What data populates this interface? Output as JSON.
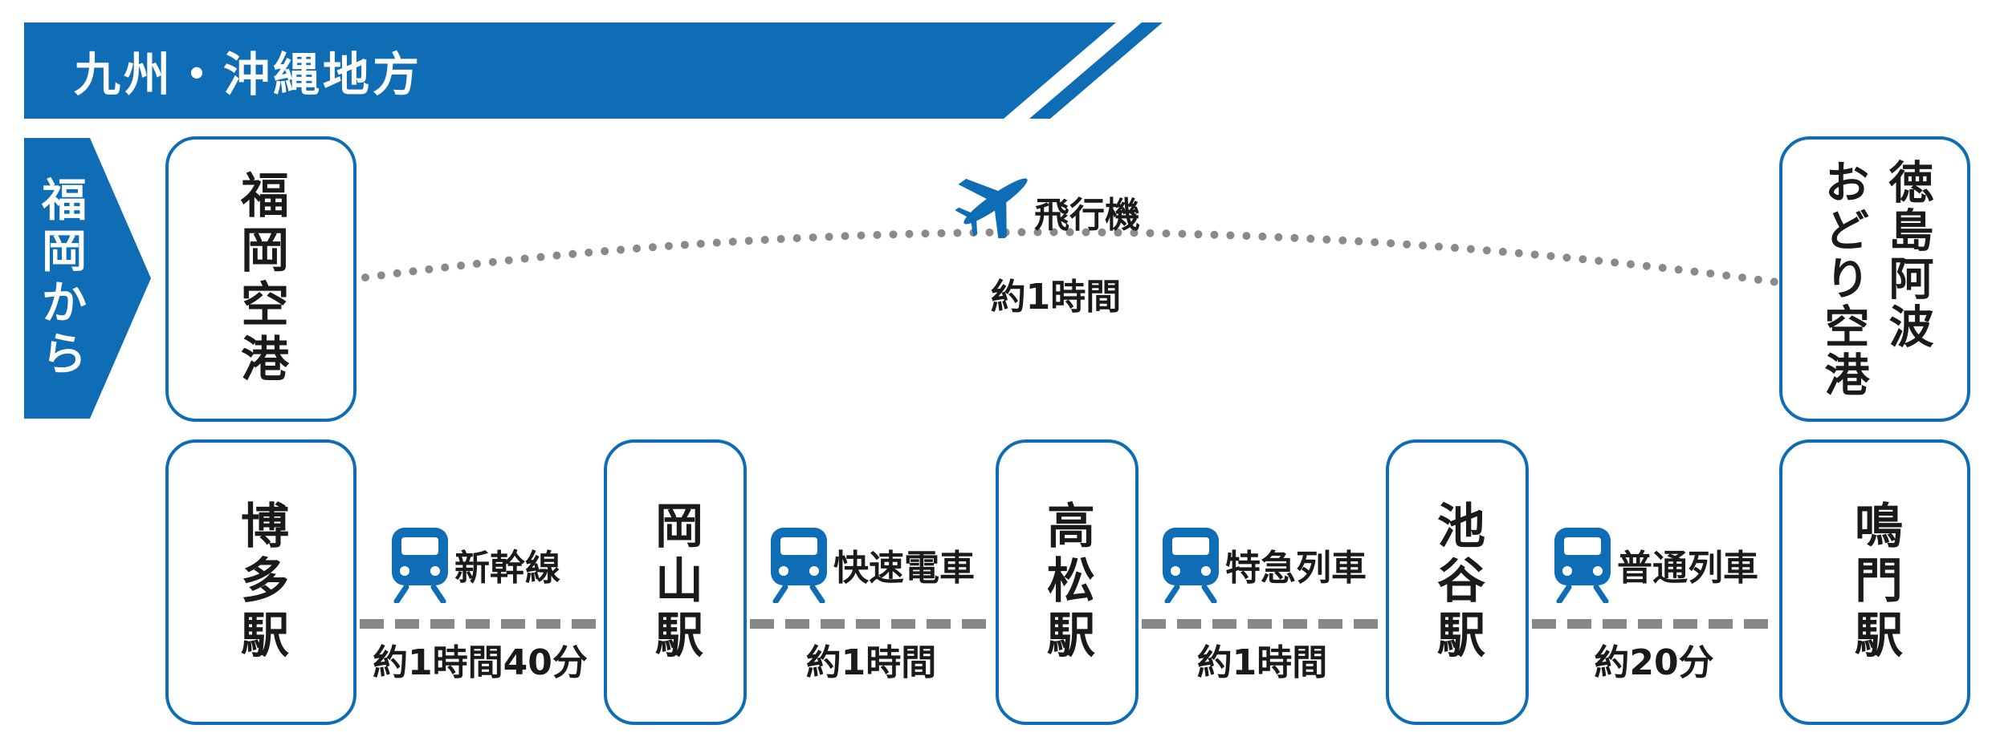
{
  "region": {
    "title": "九州・沖縄地方"
  },
  "origin": {
    "label_lines": [
      "福",
      "岡",
      "か",
      "ら"
    ]
  },
  "colors": {
    "brand_blue": "#0e6db5",
    "route_gray": "#888888",
    "dot_gray": "#8a8a8a"
  },
  "flight": {
    "from": "福岡空港",
    "to_lines": [
      "徳島阿波",
      "おどり空港"
    ],
    "mode": "飛行機",
    "duration": "約1時間",
    "icon": "airplane-icon"
  },
  "rail": {
    "stations": [
      "博多駅",
      "岡山駅",
      "高松駅",
      "池谷駅",
      "鳴門駅"
    ],
    "legs": [
      {
        "mode": "新幹線",
        "duration": "約1時間40分",
        "icon": "train-icon"
      },
      {
        "mode": "快速電車",
        "duration": "約1時間",
        "icon": "train-icon"
      },
      {
        "mode": "特急列車",
        "duration": "約1時間",
        "icon": "train-icon"
      },
      {
        "mode": "普通列車",
        "duration": "約20分",
        "icon": "train-icon"
      }
    ]
  }
}
